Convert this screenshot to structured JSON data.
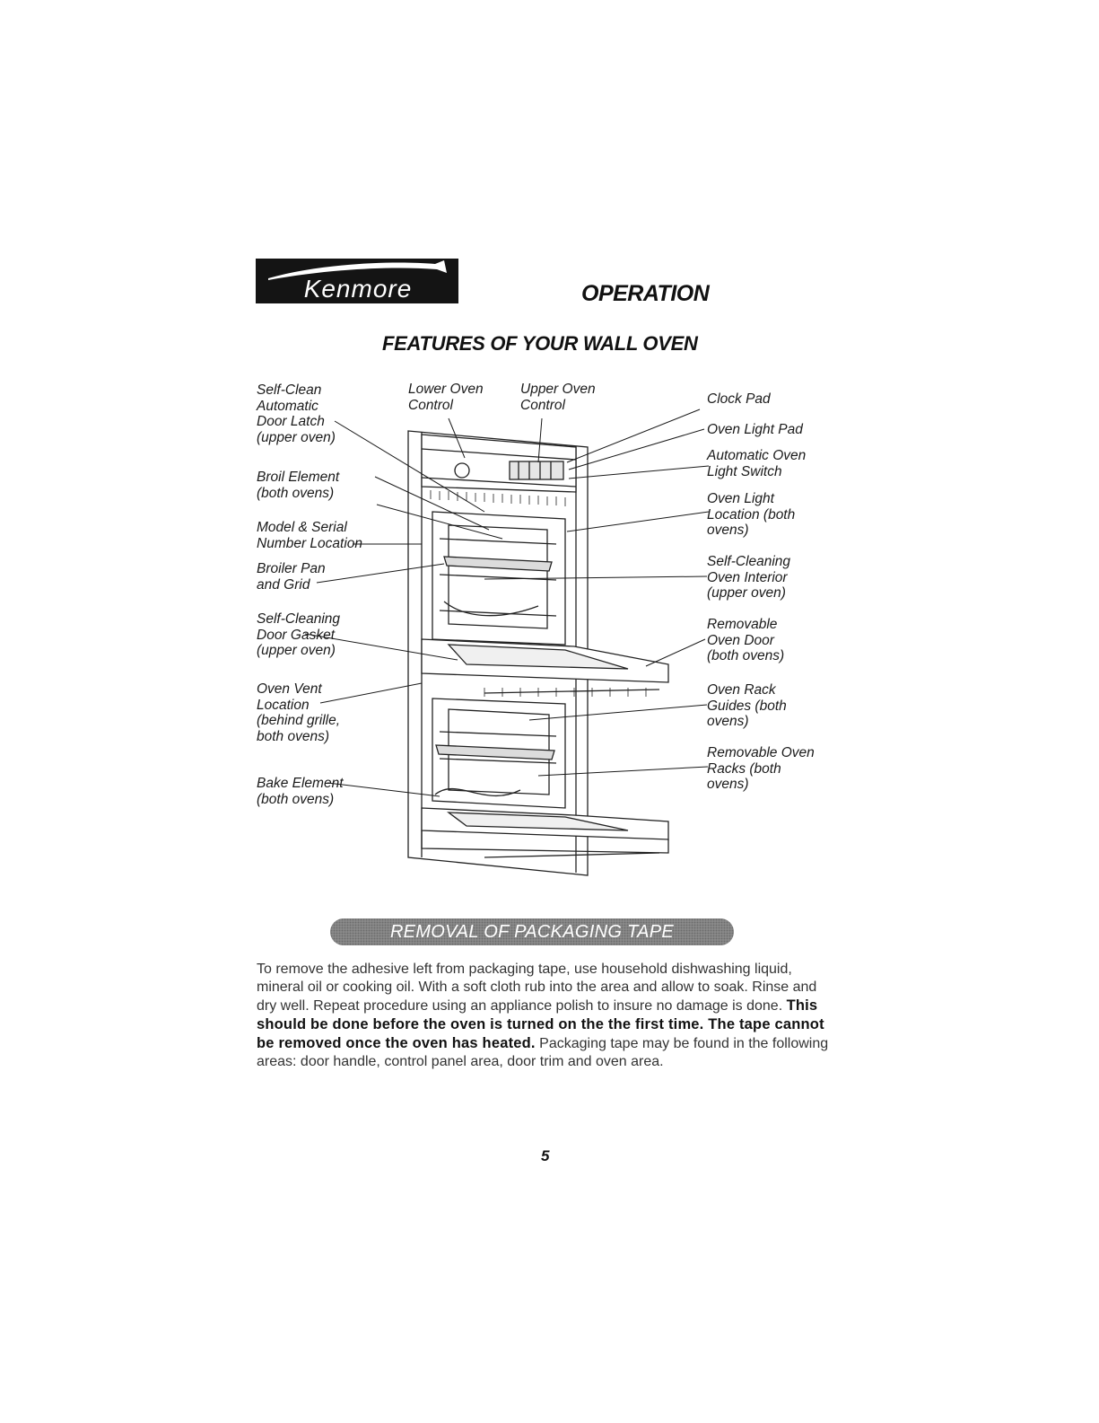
{
  "header": {
    "brand": "Kenmore",
    "section_title": "OPERATION"
  },
  "page_heading": "FEATURES OF YOUR WALL OVEN",
  "diagram": {
    "labels_left": [
      "Self-Clean\nAutomatic\nDoor Latch\n(upper oven)",
      "Broil Element\n(both ovens)",
      "Model & Serial\nNumber Location",
      "Broiler Pan\nand Grid",
      "Self-Cleaning\nDoor Gasket\n(upper oven)",
      "Oven Vent\nLocation\n(behind grille,\nboth ovens)",
      "Bake Element\n(both ovens)"
    ],
    "labels_top": [
      "Lower Oven\nControl",
      "Upper Oven\nControl"
    ],
    "labels_right": [
      "Clock Pad",
      "Oven Light Pad",
      "Automatic Oven\nLight Switch",
      "Oven Light\nLocation (both\novens)",
      "Self-Cleaning\nOven Interior\n(upper oven)",
      "Removable\nOven Door\n(both ovens)",
      "Oven Rack\nGuides (both\novens)",
      "Removable Oven\nRacks (both\novens)"
    ]
  },
  "tape_section": {
    "banner": "REMOVAL OF PACKAGING TAPE",
    "text_1": "To remove the adhesive left from packaging tape, use household dishwashing liquid, mineral oil or cooking oil. With a soft cloth rub into the area and allow to soak. Rinse and dry well. Repeat procedure using an appliance polish to insure no damage is done. ",
    "text_bold": "This should be done before the oven is turned on the the first time. The tape cannot be removed once the oven has heated.",
    "text_2": " Packaging tape may be found in the following areas: door handle, control panel area, door trim and oven area."
  },
  "page_number": "5"
}
